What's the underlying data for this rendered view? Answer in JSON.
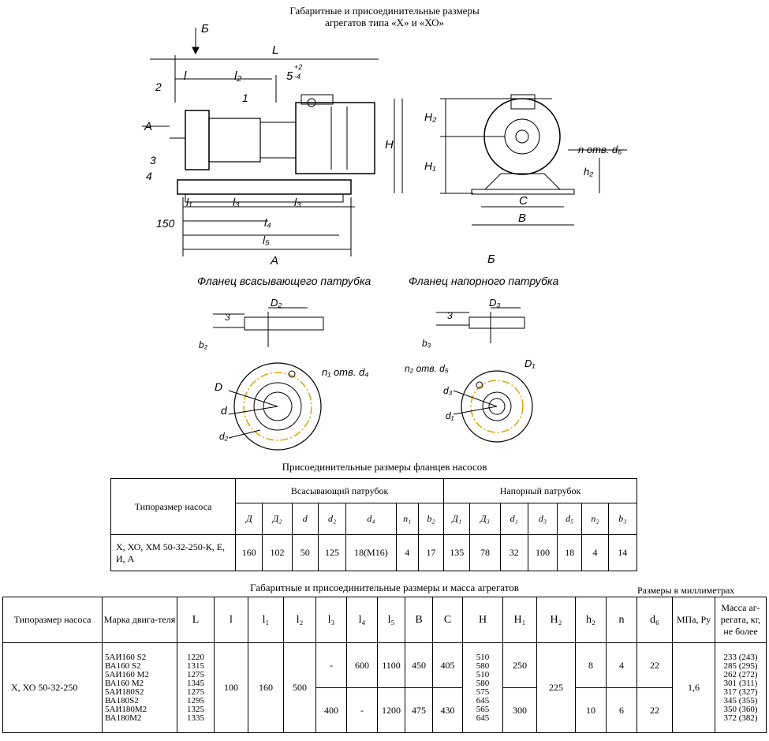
{
  "header": {
    "title1": "Габаритные и присоединительные размеры",
    "title2": "агрегатов типа «Х» и «ХО»"
  },
  "drawing": {
    "labels": {
      "B": "Б",
      "L": "L",
      "l": "l",
      "l2": "l₂",
      "five": "5",
      "tol": "+2",
      "tol2": "-4",
      "one": "1",
      "two": "2",
      "three": "3",
      "four": "4",
      "A": "A",
      "H": "H",
      "l1": "l₁",
      "l3a": "l₃",
      "l3b": "l₃",
      "l4": "l₄",
      "l5": "l₅",
      "d150": "150",
      "Abot": "A",
      "H2": "H₂",
      "H1": "H₁",
      "C": "C",
      "Bw": "B",
      "h2": "h₂",
      "notv": "n отв. d₆",
      "Bbot": "Б"
    },
    "flange1": {
      "title": "Фланец всасывающего патрубка",
      "D2": "D₂",
      "three": "3",
      "b2": "b₂",
      "D": "D",
      "d": "d",
      "d2": "d₂",
      "holes": "n₁ отв. d₄"
    },
    "flange2": {
      "title": "Фланец напорного патрубка",
      "D3": "D₃",
      "three": "3",
      "b3": "b₃",
      "D1": "D₁",
      "d3": "d₃",
      "d1": "d₁",
      "holes": "n₂ отв. d₅"
    }
  },
  "flange_table": {
    "title": "Присоединительные размеры фланцев насосов",
    "col_pump": "Типоразмер насоса",
    "group1": "Всасывающий патрубок",
    "group2": "Напорный патрубок",
    "heads": [
      "Д",
      "Д₂",
      "d",
      "d₂",
      "d₄",
      "n₁",
      "b₂",
      "Д₁",
      "Д₃",
      "d₁",
      "d₃",
      "d₅",
      "n₂",
      "b₃"
    ],
    "pump": "Х, ХО, ХМ 50-32-250-К, Е, И, А",
    "values": [
      "160",
      "102",
      "50",
      "125",
      "18(М16)",
      "4",
      "17",
      "135",
      "78",
      "32",
      "100",
      "18",
      "4",
      "14"
    ]
  },
  "main_table": {
    "title": "Габаритные и присоединительные размеры и масса агрегатов",
    "units": "Размеры в миллиметрах",
    "heads": [
      "Типоразмер насоса",
      "Марка двига-теля",
      "L",
      "l",
      "l₁",
      "l₂",
      "l₃",
      "l₄",
      "l₅",
      "B",
      "C",
      "H",
      "H₁",
      "H₂",
      "h₂",
      "n",
      "d₆",
      "МПа, Ру",
      "Масса аг-регата, кг, не более"
    ],
    "pump": "Х, ХО 50-32-250",
    "motors": [
      "5АИ160 S2",
      "ВА160 S2",
      "5АИ160 М2",
      "ВА160 М2",
      "5АИ180S2",
      "ВА180S2",
      "5АИ180М2",
      "ВА180М2"
    ],
    "L": [
      "1220",
      "1315",
      "1275",
      "1345",
      "1275",
      "1295",
      "1325",
      "1335"
    ],
    "l": "100",
    "l1": "160",
    "l2": "500",
    "l3": [
      "-",
      "400"
    ],
    "l4": [
      "600",
      "-"
    ],
    "l5": [
      "1100",
      "1200"
    ],
    "B": [
      "450",
      "475"
    ],
    "C": [
      "405",
      "430"
    ],
    "H": [
      "510",
      "580",
      "510",
      "580",
      "575",
      "645",
      "565",
      "645"
    ],
    "H1": [
      "250",
      "300"
    ],
    "H2": "225",
    "h2": [
      "8",
      "10"
    ],
    "n": [
      "4",
      "6"
    ],
    "d6": [
      "22",
      "22"
    ],
    "Py": "1,6",
    "mass": [
      "233 (243)",
      "285 (295)",
      "262 (272)",
      "301 (311)",
      "317 (327)",
      "345 (355)",
      "350 (360)",
      "372 (382)"
    ]
  }
}
